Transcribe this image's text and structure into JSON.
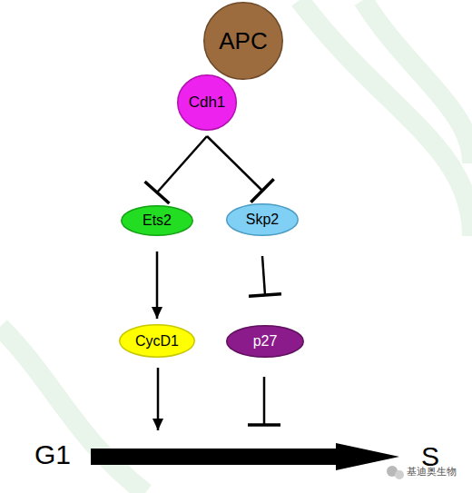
{
  "diagram": {
    "nodes": [
      {
        "text": [
          "APC"
        ]
      },
      {
        "text": [
          "Cdh1"
        ]
      },
      {
        "text": [
          "Ets2"
        ]
      },
      {
        "text": [
          "Skp2"
        ]
      },
      {
        "text": [
          "CycD1"
        ]
      },
      {
        "text": [
          "p27"
        ]
      }
    ],
    "edges": [
      {
        "from": 1,
        "to": 2,
        "arrow": "to"
      },
      {
        "from": 1,
        "to": 3,
        "arrow": "to"
      },
      {
        "from": 2,
        "to": 4,
        "arrow": "to"
      },
      {
        "from": 3,
        "to": 5,
        "arrow": "to"
      }
    ],
    "labels": [
      "G1",
      "S",
      "基迪奥生物"
    ]
  }
}
